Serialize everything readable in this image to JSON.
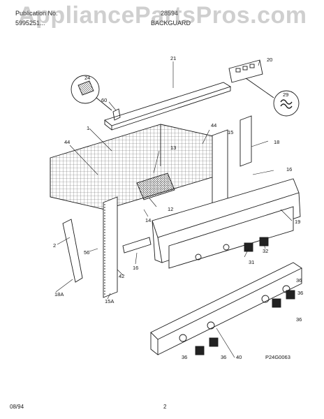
{
  "header": {
    "publication_label": "Publication No.",
    "publication_no": "5995251...",
    "model": "28594",
    "section": "BACKGUARD"
  },
  "watermark": "AppliancePartsPros.com",
  "callouts": [
    "21",
    "20",
    "24",
    "60",
    "29",
    "1",
    "44",
    "44",
    "15",
    "13",
    "18",
    "16",
    "12",
    "14",
    "19",
    "2",
    "56",
    "16",
    "31",
    "32",
    "42",
    "18A",
    "15A",
    "36",
    "36",
    "36",
    "36",
    "36",
    "40"
  ],
  "figure_code": "P24G0063",
  "footer": {
    "date": "08/94",
    "page": "2"
  },
  "colors": {
    "line": "#1a1a1a",
    "hatch": "#555555",
    "watermark": "#8c8c8c"
  }
}
